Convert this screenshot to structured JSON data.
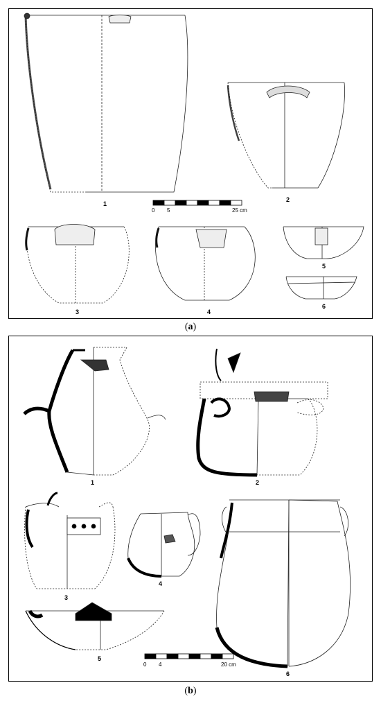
{
  "panels": [
    {
      "caption_letter": "a",
      "vessels": [
        "1",
        "2",
        "3",
        "4",
        "5",
        "6"
      ],
      "scale": {
        "ticks": [
          "0",
          "5"
        ],
        "end_label": "25 cm"
      }
    },
    {
      "caption_letter": "b",
      "vessels": [
        "1",
        "2",
        "3",
        "4",
        "5",
        "6"
      ],
      "scale": {
        "ticks": [
          "0",
          "4"
        ],
        "end_label": "20 cm"
      }
    }
  ]
}
